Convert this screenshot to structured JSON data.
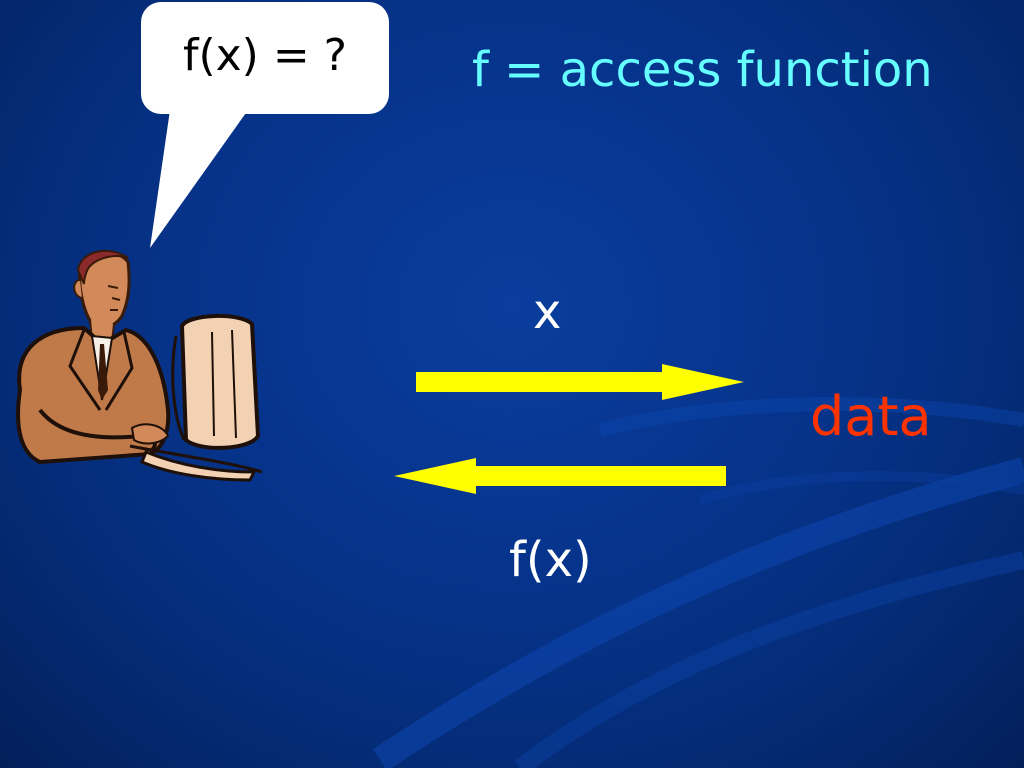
{
  "speech_bubble": {
    "text": "f(x) = ?"
  },
  "definition": {
    "text": "f = access function"
  },
  "request": {
    "label": "x"
  },
  "response": {
    "label": "f(x)"
  },
  "target": {
    "label": "data"
  },
  "colors": {
    "background": "#06338a",
    "definition_text": "#66ffff",
    "data_text": "#ff3300",
    "arrow": "#ffff00",
    "label_text": "#ffffff"
  },
  "icons": {
    "person": "person-at-computer-icon",
    "right_arrow": "right-arrow-icon",
    "left_arrow": "left-arrow-icon"
  }
}
